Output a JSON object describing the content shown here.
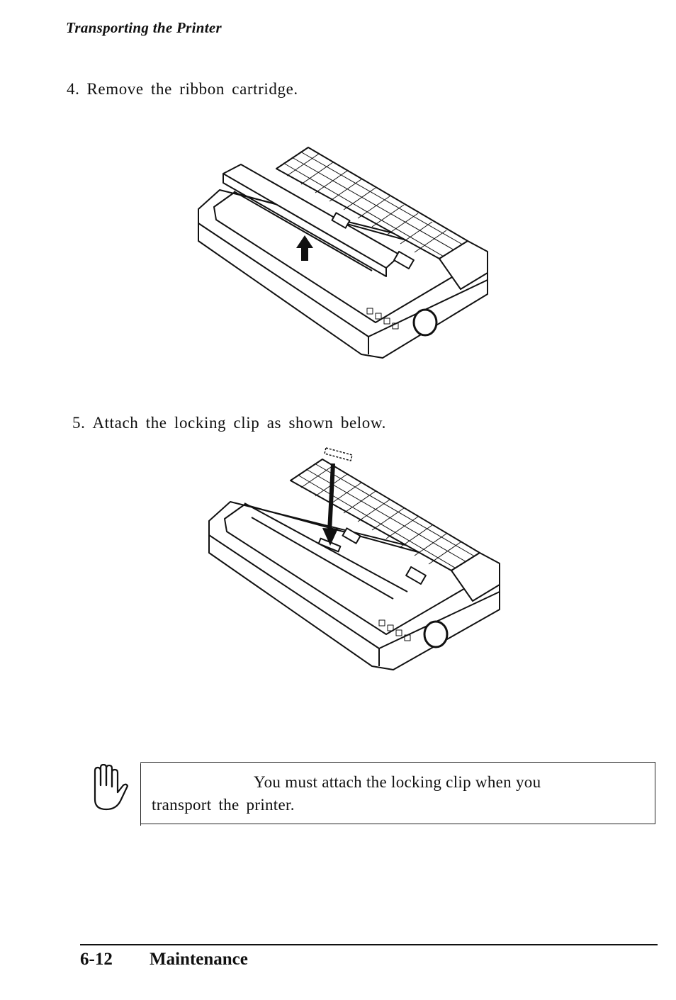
{
  "header": {
    "running_title": "Transporting the Printer"
  },
  "steps": [
    {
      "number": "4.",
      "text": "Remove the ribbon cartridge."
    },
    {
      "number": "5.",
      "text": "Attach the locking clip as shown below."
    }
  ],
  "note": {
    "icon": "hand-caution-icon",
    "line1": "You must attach the locking clip when you",
    "line2": "transport the printer."
  },
  "footer": {
    "page_number": "6-12",
    "section": "Maintenance"
  }
}
